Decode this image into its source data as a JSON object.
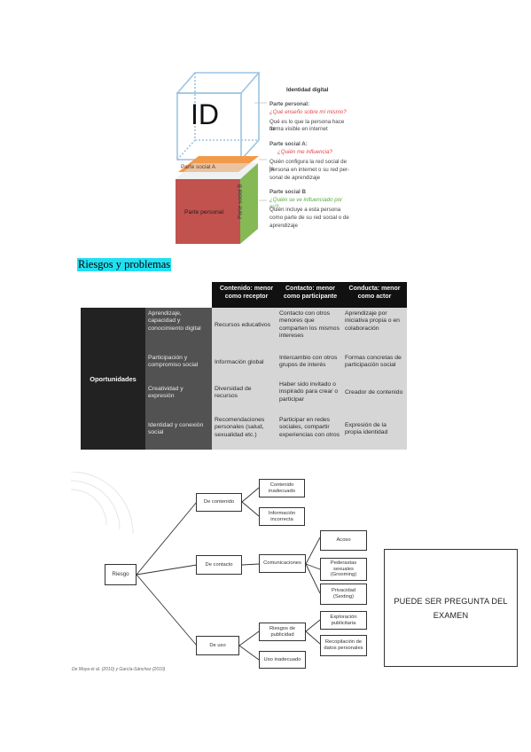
{
  "identity_figure": {
    "cube_label": "ID",
    "title": "Identidad digital",
    "personal_heading": "Parte personal:",
    "personal_question": "¿Qué enseño sobre mí mismo?",
    "personal_desc_1": "Qué es lo que la persona hace de",
    "personal_desc_2": "forma visible en internet",
    "social_a_heading": "Parte social A:",
    "social_a_question": "¿Quién me influencia?",
    "social_a_desc_1": "Quién configura la red social de la",
    "social_a_desc_2": "persona en internet o su red per-",
    "social_a_desc_3": "sonal de aprendizaje",
    "social_b_heading": "Parte social B",
    "social_b_question": "¿Quién se ve influenciado por mí?",
    "social_b_desc_1": "Quién incluye a esta persona",
    "social_b_desc_2": "como parte de su red social o de",
    "social_b_desc_3": "aprendizaje",
    "box_social_a": "Parte social A",
    "box_personal": "Parte personal",
    "box_social_b": "Parte social B",
    "colors": {
      "personal": "#c1524e",
      "social_a": "#f39a4a",
      "social_b": "#84b955",
      "q_red": "#e2454a",
      "q_green": "#5aa843"
    }
  },
  "section_heading": "Riesgos y problemas",
  "matrix": {
    "col_headers": [
      "Contenido: menor como receptor",
      "Contacto: menor como participante",
      "Conducta: menor como actor"
    ],
    "side_label": "Oportunidades",
    "rows": [
      {
        "label": "Aprendizaje, capacidad y conocimiento digital",
        "cells": [
          "Recursos educativos",
          "Contacto con otros menores que comparten los mismos intereses",
          "Aprendizaje por iniciativa propia o en colaboración"
        ]
      },
      {
        "label": "Participación y compromiso social",
        "cells": [
          "Información global",
          "Intercambio con otros grupos de interés",
          "Formas concretas de participación social"
        ]
      },
      {
        "label": "Creatividad y expresión",
        "cells": [
          "Diversidad de recursos",
          "Haber sido invitado o inspirado para crear o participar",
          "Creador de contenido"
        ]
      },
      {
        "label": "Identidad y conexión social",
        "cells": [
          "Recomendaciones personales (salud, sexualidad etc.)",
          "Participar en redes sociales, compartir experiencias con otros",
          "Expresión de la propia identidad"
        ]
      }
    ]
  },
  "tree": {
    "root": "Riesgo",
    "contenido": "De contenido",
    "contenido_1": "Contenido inadecuado",
    "contenido_2": "Información incorrecta",
    "contacto": "De contacto",
    "contacto_mid": "Comunicaciones",
    "contacto_1": "Acoso",
    "contacto_2": "Pederastas sexuales (Grooming)",
    "contacto_3": "Privacidad (Sexting)",
    "uso": "De uso",
    "uso_mid_1": "Riesgos de publicidad",
    "uso_mid_2": "Uso inadecuado",
    "uso_1": "Exploración publicitaria",
    "uso_2": "Recopilación de datos personales",
    "credit": "De Moya et al. (2010) y García-Sánchez (2010)"
  },
  "exam_box": "PUEDE SER PREGUNTA DEL EXAMEN"
}
